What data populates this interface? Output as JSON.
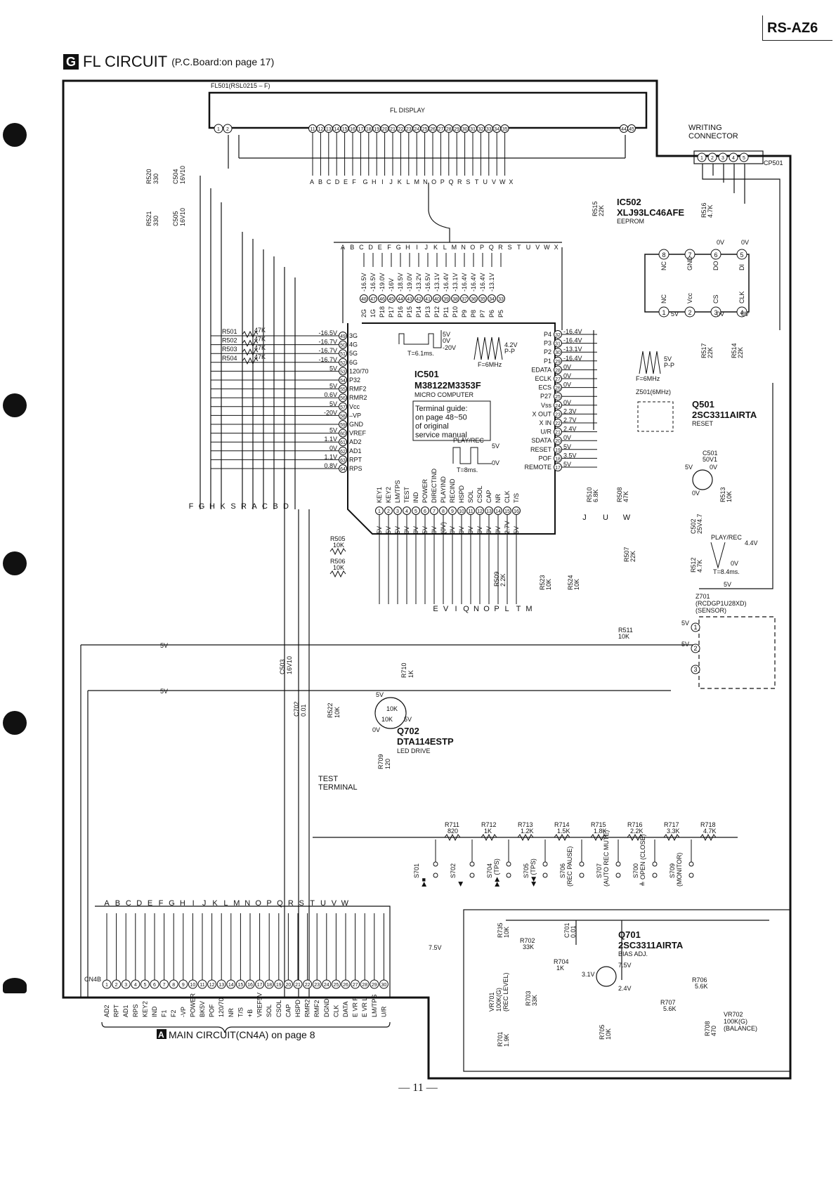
{
  "model": "RS-AZ6",
  "section": {
    "badge": "G",
    "title": "FL CIRCUIT",
    "subtitle": "(P.C.Board:on page 17)"
  },
  "fl_display": {
    "part": "FL501(RSL0215 – F)",
    "label": "FL DISPLAY",
    "pins_left": [
      "1",
      "2"
    ],
    "pins_grid": [
      "11",
      "12",
      "13",
      "14",
      "15",
      "16",
      "17",
      "18",
      "19",
      "20",
      "21",
      "22",
      "23",
      "24",
      "25",
      "26",
      "27",
      "28",
      "29",
      "30",
      "31",
      "32",
      "33",
      "34",
      "35"
    ],
    "pins_right": [
      "44",
      "45"
    ],
    "bus_letters": [
      "A",
      "B",
      "C",
      "D",
      "E",
      "F",
      "G",
      "H",
      "I",
      "J",
      "K",
      "L",
      "M",
      "N",
      "O",
      "P",
      "Q",
      "R",
      "S",
      "T",
      "U",
      "V",
      "W",
      "X"
    ]
  },
  "left_components": [
    {
      "ref": "R520",
      "value": "330"
    },
    {
      "ref": "C504",
      "value": "16V10"
    },
    {
      "ref": "R521",
      "value": "330"
    },
    {
      "ref": "C505",
      "value": "16V10"
    }
  ],
  "ic501": {
    "ref": "IC501",
    "part": "M38122M3353F",
    "desc": "MICRO COMPUTER",
    "guide": [
      "Terminal guide:",
      "on page 48~50",
      "of original",
      "service manual"
    ],
    "top_pins": [
      "48",
      "47",
      "46",
      "45",
      "44",
      "43",
      "42",
      "41",
      "40",
      "39",
      "38",
      "37",
      "36",
      "35",
      "34",
      "33"
    ],
    "top_pin_names": [
      "2G",
      "1G",
      "P18",
      "P17",
      "P16",
      "P15",
      "P14",
      "P13",
      "P12",
      "P11",
      "P10",
      "P9",
      "P8",
      "P7",
      "P6",
      "P5"
    ],
    "top_voltages": [
      "-16.5V",
      "-16.5V",
      "-19.0V",
      "-16V",
      "-18.5V",
      "-19.0V",
      "-13.2V",
      "-16.5V",
      "-13.1V",
      "-16.4V",
      "-13.1V",
      "-16.4V",
      "-16.4V",
      "-16.4V",
      "-13.1V"
    ],
    "left_pins": [
      {
        "num": "49",
        "name": "3G",
        "volt": "-16.5V"
      },
      {
        "num": "50",
        "name": "4G",
        "volt": "-16.7V"
      },
      {
        "num": "51",
        "name": "5G",
        "volt": "-16.7V"
      },
      {
        "num": "52",
        "name": "6G",
        "volt": "-16.7V"
      },
      {
        "num": "53",
        "name": "120/70",
        "volt": "5V"
      },
      {
        "num": "54",
        "name": "P32",
        "volt": ""
      },
      {
        "num": "55",
        "name": "RMF2",
        "volt": "5V"
      },
      {
        "num": "56",
        "name": "RMR2",
        "volt": "0.6V"
      },
      {
        "num": "57",
        "name": "Vcc",
        "volt": "5V"
      },
      {
        "num": "58",
        "name": "–VP",
        "volt": "-20V"
      },
      {
        "num": "59",
        "name": "GND",
        "volt": ""
      },
      {
        "num": "60",
        "name": "VREF",
        "volt": "5V"
      },
      {
        "num": "61",
        "name": "AD2",
        "volt": "1.1V"
      },
      {
        "num": "62",
        "name": "AD1",
        "volt": "0V"
      },
      {
        "num": "63",
        "name": "RPT",
        "volt": "1.1V"
      },
      {
        "num": "64",
        "name": "RPS",
        "volt": "0.8V"
      }
    ],
    "right_pins": [
      {
        "num": "32",
        "name": "P4",
        "volt": "-16.4V"
      },
      {
        "num": "31",
        "name": "P3",
        "volt": "-16.4V"
      },
      {
        "num": "30",
        "name": "P2",
        "volt": "-13.1V"
      },
      {
        "num": "29",
        "name": "P1",
        "volt": "-16.4V"
      },
      {
        "num": "28",
        "name": "EDATA",
        "volt": "0V"
      },
      {
        "num": "27",
        "name": "ECLK",
        "volt": "0V"
      },
      {
        "num": "26",
        "name": "ECS",
        "volt": "0V"
      },
      {
        "num": "25",
        "name": "P27",
        "volt": ""
      },
      {
        "num": "24",
        "name": "Vss",
        "volt": "0V"
      },
      {
        "num": "23",
        "name": "X OUT",
        "volt": "2.3V"
      },
      {
        "num": "22",
        "name": "X IN",
        "volt": "2.7V"
      },
      {
        "num": "21",
        "name": "U/R",
        "volt": "2.4V"
      },
      {
        "num": "20",
        "name": "SDATA",
        "volt": "0V"
      },
      {
        "num": "19",
        "name": "RESET",
        "volt": "5V"
      },
      {
        "num": "18",
        "name": "POF",
        "volt": "3.5V"
      },
      {
        "num": "17",
        "name": "REMOTE",
        "volt": "5V"
      }
    ],
    "bottom_pins": [
      "1",
      "2",
      "3",
      "4",
      "5",
      "6",
      "7",
      "8",
      "9",
      "10",
      "11",
      "12",
      "13",
      "14",
      "15",
      "16"
    ],
    "bottom_pin_names": [
      "KEY1",
      "KEY2",
      "LM/TPS",
      "TEST",
      "IND",
      "POWER",
      "DIRECTIND",
      "PLAYIND",
      "RECIND",
      "HSPD",
      "SOL",
      "CSOL",
      "CAP",
      "NR",
      "CLK",
      "T/S"
    ],
    "bottom_voltages": [
      "5V",
      "5V",
      "5V",
      "0V",
      "0V",
      "5V",
      "0V",
      "(0V)",
      "0V",
      "0V",
      "0V",
      "0V",
      "0V",
      "0V",
      "2.7V",
      "5V"
    ],
    "wave1": {
      "volts": [
        "5V",
        "0V",
        "-20V"
      ],
      "period": "T=6.1ms."
    },
    "wave2": {
      "amp": "4.2V",
      "pp": "P-P",
      "freq": "F=6MHz"
    },
    "wave3": {
      "volts": [
        "5V",
        "0V"
      ],
      "period": "T=8ms.",
      "label": "PLAY/REC"
    }
  },
  "r_left": [
    {
      "ref": "R501",
      "value": "47K"
    },
    {
      "ref": "R502",
      "value": "47K"
    },
    {
      "ref": "R503",
      "value": "47K"
    },
    {
      "ref": "R504",
      "value": "47K"
    }
  ],
  "left_bus_letters": [
    "F",
    "G",
    "H",
    "K",
    "S",
    "R",
    "A",
    "C",
    "B",
    "D"
  ],
  "ic502": {
    "ref": "IC502",
    "part": "XLJ93LC46AFE",
    "desc": "EEPROM",
    "top_pins": [
      {
        "num": "8",
        "name": "NC"
      },
      {
        "num": "7",
        "name": "GND"
      },
      {
        "num": "6",
        "name": "DO"
      },
      {
        "num": "5",
        "name": "DI"
      }
    ],
    "bottom_pins": [
      {
        "num": "1",
        "name": "NC"
      },
      {
        "num": "2",
        "name": "Vcc"
      },
      {
        "num": "3",
        "name": "CS"
      },
      {
        "num": "4",
        "name": "CLK"
      }
    ],
    "volts_top": [
      "0V",
      "0V"
    ],
    "volts_bottom": [
      "5V",
      "0V",
      "0V"
    ]
  },
  "writing_connector": {
    "label": [
      "WRITING",
      "CONNECTOR"
    ],
    "ref": "CP501",
    "pins": [
      "1",
      "2",
      "3",
      "4",
      "5"
    ]
  },
  "right_parts": [
    {
      "ref": "R515",
      "value": "22K"
    },
    {
      "ref": "R516",
      "value": "4.7K"
    },
    {
      "ref": "R517",
      "value": "22K"
    },
    {
      "ref": "R514",
      "value": "22K"
    },
    {
      "ref": "R513",
      "value": "10K"
    },
    {
      "ref": "R510",
      "value": "6.8K"
    },
    {
      "ref": "R508",
      "value": "47K"
    },
    {
      "ref": "R507",
      "value": "22K"
    },
    {
      "ref": "R512",
      "value": "4.7K"
    },
    {
      "ref": "R511",
      "value": "10K"
    },
    {
      "ref": "C501",
      "value": "50V1"
    },
    {
      "ref": "C502",
      "value": "25V4.7"
    }
  ],
  "wave_6mhz": {
    "amp": "5V",
    "pp": "P-P",
    "freq": "F=6MHz"
  },
  "z501": "Z501(6MHz)",
  "q501": {
    "ref": "Q501",
    "part": "2SC3311AIRTA",
    "desc": "RESET",
    "volts": [
      "5V",
      "0V",
      "0V"
    ]
  },
  "playrec": {
    "label": "PLAY/REC",
    "high": "4.4V",
    "low": "0V",
    "period": "T=8.4ms."
  },
  "z701": {
    "ref": "Z701",
    "part": "(RCDGP1U28XD)",
    "desc": "(SENSOR)",
    "pins": [
      "1",
      "2",
      "3"
    ],
    "volts": [
      "5V",
      "5V"
    ]
  },
  "mid_resistors": [
    {
      "ref": "R505",
      "value": "10K"
    },
    {
      "ref": "R506",
      "value": "10K"
    },
    {
      "ref": "R509",
      "value": "2.2K"
    },
    {
      "ref": "R523",
      "value": "10K"
    },
    {
      "ref": "R524",
      "value": "10K"
    }
  ],
  "mid_bus_letters": [
    "E",
    "V",
    "I",
    "Q",
    "N",
    "O",
    "P",
    "L",
    "T",
    "M"
  ],
  "jwu_letters": [
    "J",
    "U",
    "W"
  ],
  "rail_label": "5V",
  "c503": {
    "ref": "C503",
    "value": "16V10"
  },
  "c702": {
    "ref": "C702",
    "value": "0.01"
  },
  "r522": {
    "ref": "R522",
    "value": "10K"
  },
  "r710": {
    "ref": "R710",
    "value": "1K"
  },
  "r709": {
    "ref": "R709",
    "value": "120"
  },
  "q702": {
    "ref": "Q702",
    "part": "DTA114ESTP",
    "desc": "LED DRIVE",
    "r_in": "10K",
    "r_be": "10K",
    "volts": [
      "5V",
      "0V",
      "5V"
    ]
  },
  "test_terminal": [
    "TEST",
    "TERMINAL"
  ],
  "ladder": [
    {
      "ref": "R711",
      "value": "820"
    },
    {
      "ref": "R712",
      "value": "1K"
    },
    {
      "ref": "R713",
      "value": "1.2K"
    },
    {
      "ref": "R714",
      "value": "1.5K"
    },
    {
      "ref": "R715",
      "value": "1.8K"
    },
    {
      "ref": "R716",
      "value": "2.2K"
    },
    {
      "ref": "R717",
      "value": "3.3K"
    },
    {
      "ref": "R718",
      "value": "4.7K"
    }
  ],
  "switches": [
    {
      "ref": "S701",
      "label": "▶■"
    },
    {
      "ref": "S702",
      "label": "◀"
    },
    {
      "ref": "S704",
      "label": "▶▶ (TPS)"
    },
    {
      "ref": "S705",
      "label": "◀◀ (TPS)"
    },
    {
      "ref": "S706",
      "label": "(REC PAUSE)"
    },
    {
      "ref": "S707",
      "label": "(AUTO REC MUTE)"
    },
    {
      "ref": "S700",
      "label": "≜ OPEN (CLOSE)"
    },
    {
      "ref": "S709",
      "label": "(MONITOR)"
    }
  ],
  "cn4b": {
    "ref": "CN4B",
    "letters": [
      "A",
      "B",
      "C",
      "D",
      "E",
      "F",
      "G",
      "H",
      "I",
      "J",
      "K",
      "L",
      "M",
      "N",
      "O",
      "P",
      "Q",
      "R",
      "S",
      "T",
      "U",
      "V",
      "W"
    ],
    "pins": [
      "1",
      "2",
      "3",
      "4",
      "5",
      "6",
      "7",
      "8",
      "9",
      "10",
      "11",
      "12",
      "13",
      "14",
      "15",
      "16",
      "17",
      "18",
      "19",
      "20",
      "21",
      "22",
      "23",
      "24",
      "25",
      "26",
      "27",
      "28",
      "29",
      "30"
    ],
    "names": [
      "AD2",
      "RPT",
      "AD1",
      "RPS",
      "KEY2",
      "IND",
      "F1",
      "F2",
      "-VP",
      "POWER",
      "BK5V",
      "POF",
      "120/70",
      "NR",
      "T/S",
      "+B",
      "VREF5V",
      "SOL",
      "CSOL",
      "CAP",
      "HSPD",
      "RMR2",
      "RMF2",
      "DGND",
      "CLK",
      "DATA",
      "E VR R",
      "E VR L",
      "LM/TPS",
      "U/R"
    ],
    "to_badge": "A",
    "to_text": "MAIN CIRCUIT(CN4A) on page 8"
  },
  "bias": {
    "q701": {
      "ref": "Q701",
      "part": "2SC3311AIRTA",
      "desc": "BIAS ADJ."
    },
    "parts": [
      {
        "ref": "R735",
        "value": "10K"
      },
      {
        "ref": "R702",
        "value": "33K"
      },
      {
        "ref": "C701",
        "value": "0.01"
      },
      {
        "ref": "R704",
        "value": "1K"
      },
      {
        "ref": "R703",
        "value": "33K"
      },
      {
        "ref": "R701",
        "value": "1.9K"
      },
      {
        "ref": "R705",
        "value": "10K"
      },
      {
        "ref": "R706",
        "value": "5.6K"
      },
      {
        "ref": "R707",
        "value": "5.6K"
      },
      {
        "ref": "R708",
        "value": "470"
      }
    ],
    "vr701": {
      "ref": "VR701",
      "value": "100K(G)",
      "desc": "(REC LEVEL)"
    },
    "vr702": {
      "ref": "VR702",
      "value": "100K(G)",
      "desc": "(BALANCE)"
    },
    "volts": [
      "3.1V",
      "7.5V",
      "2.4V"
    ],
    "in_label": "7.5V"
  },
  "page_number": "— 11 —"
}
